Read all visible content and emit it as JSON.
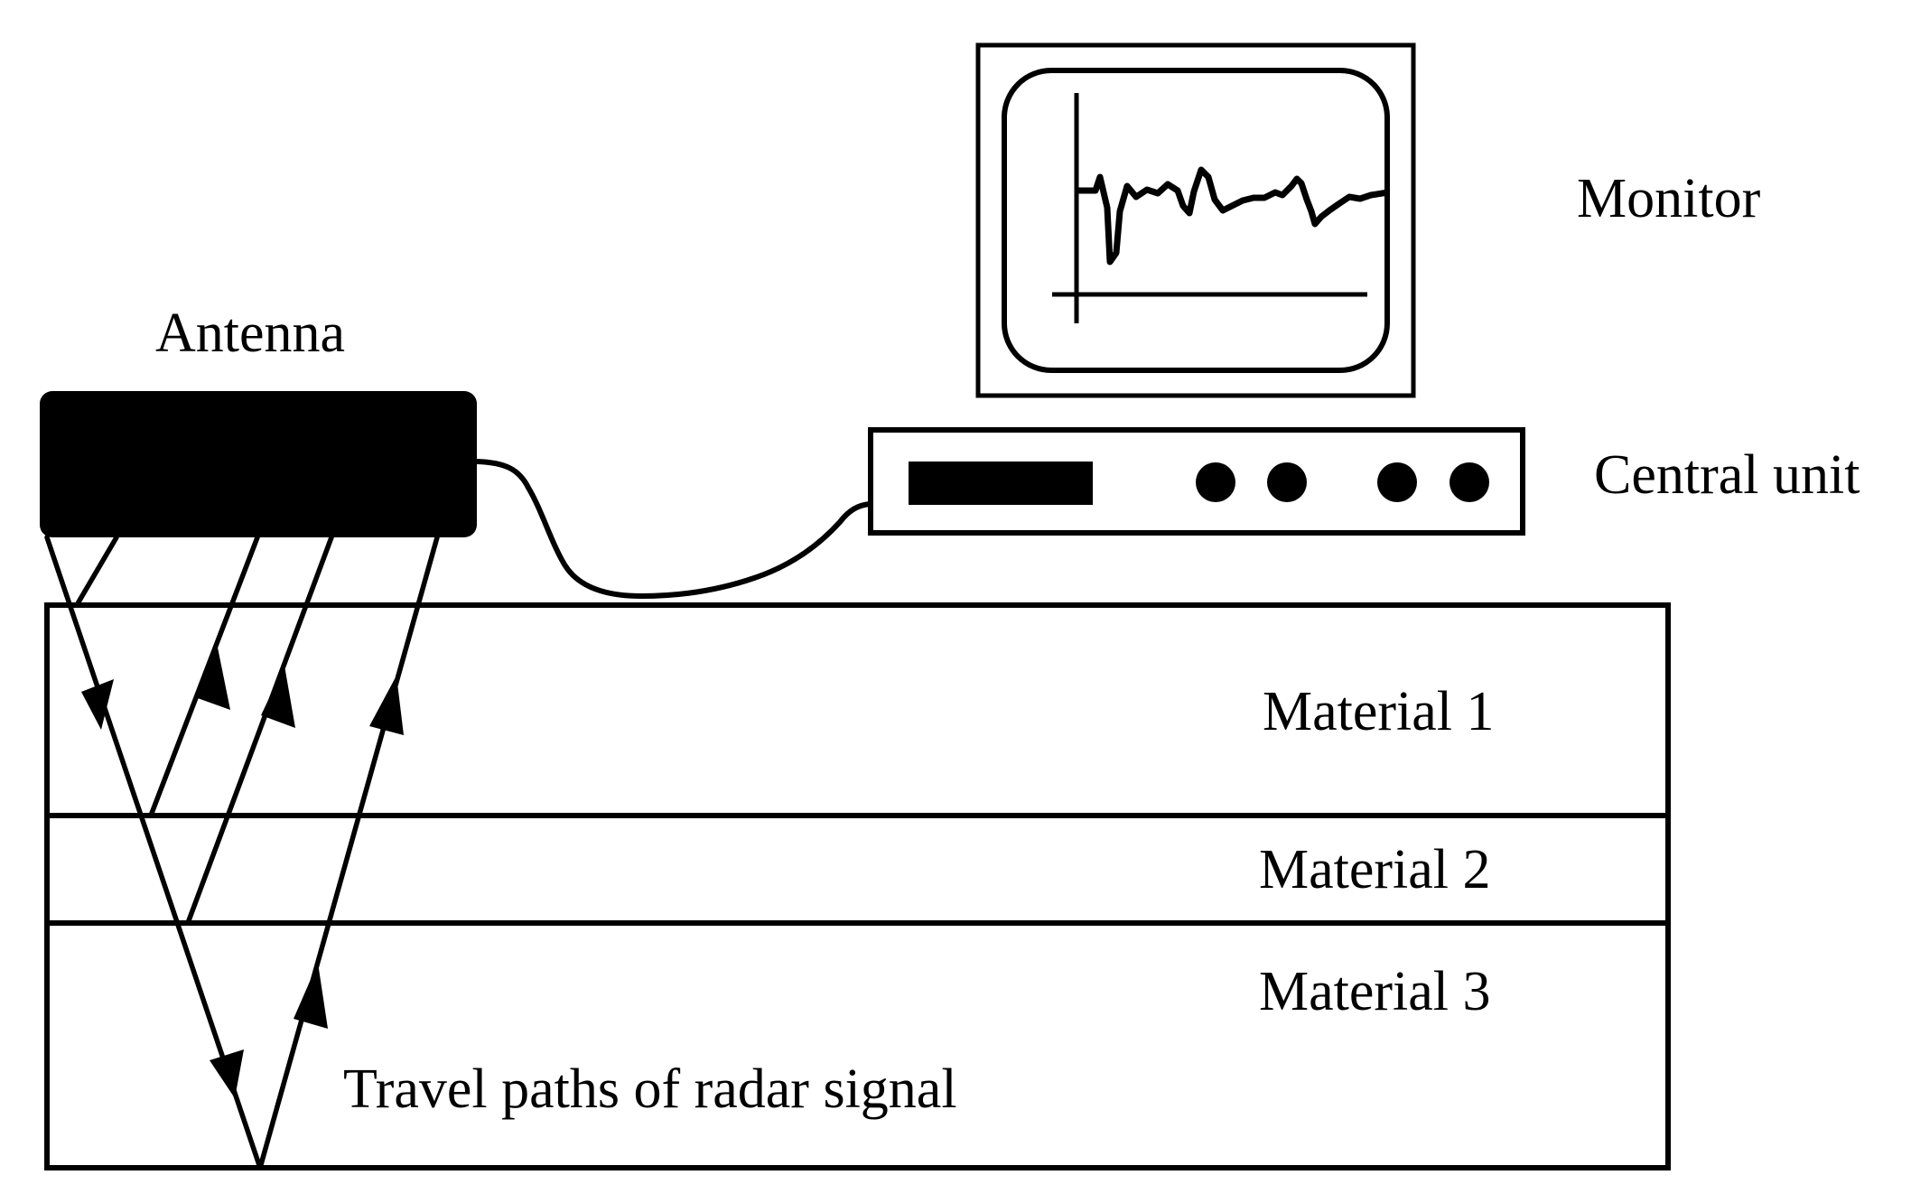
{
  "labels": {
    "antenna": "Antenna",
    "monitor": "Monitor",
    "central_unit": "Central unit",
    "material_1": "Material 1",
    "material_2": "Material 2",
    "material_3": "Material 3",
    "travel_paths": "Travel paths of radar signal"
  },
  "colors": {
    "ink": "#000000",
    "background": "#ffffff"
  }
}
